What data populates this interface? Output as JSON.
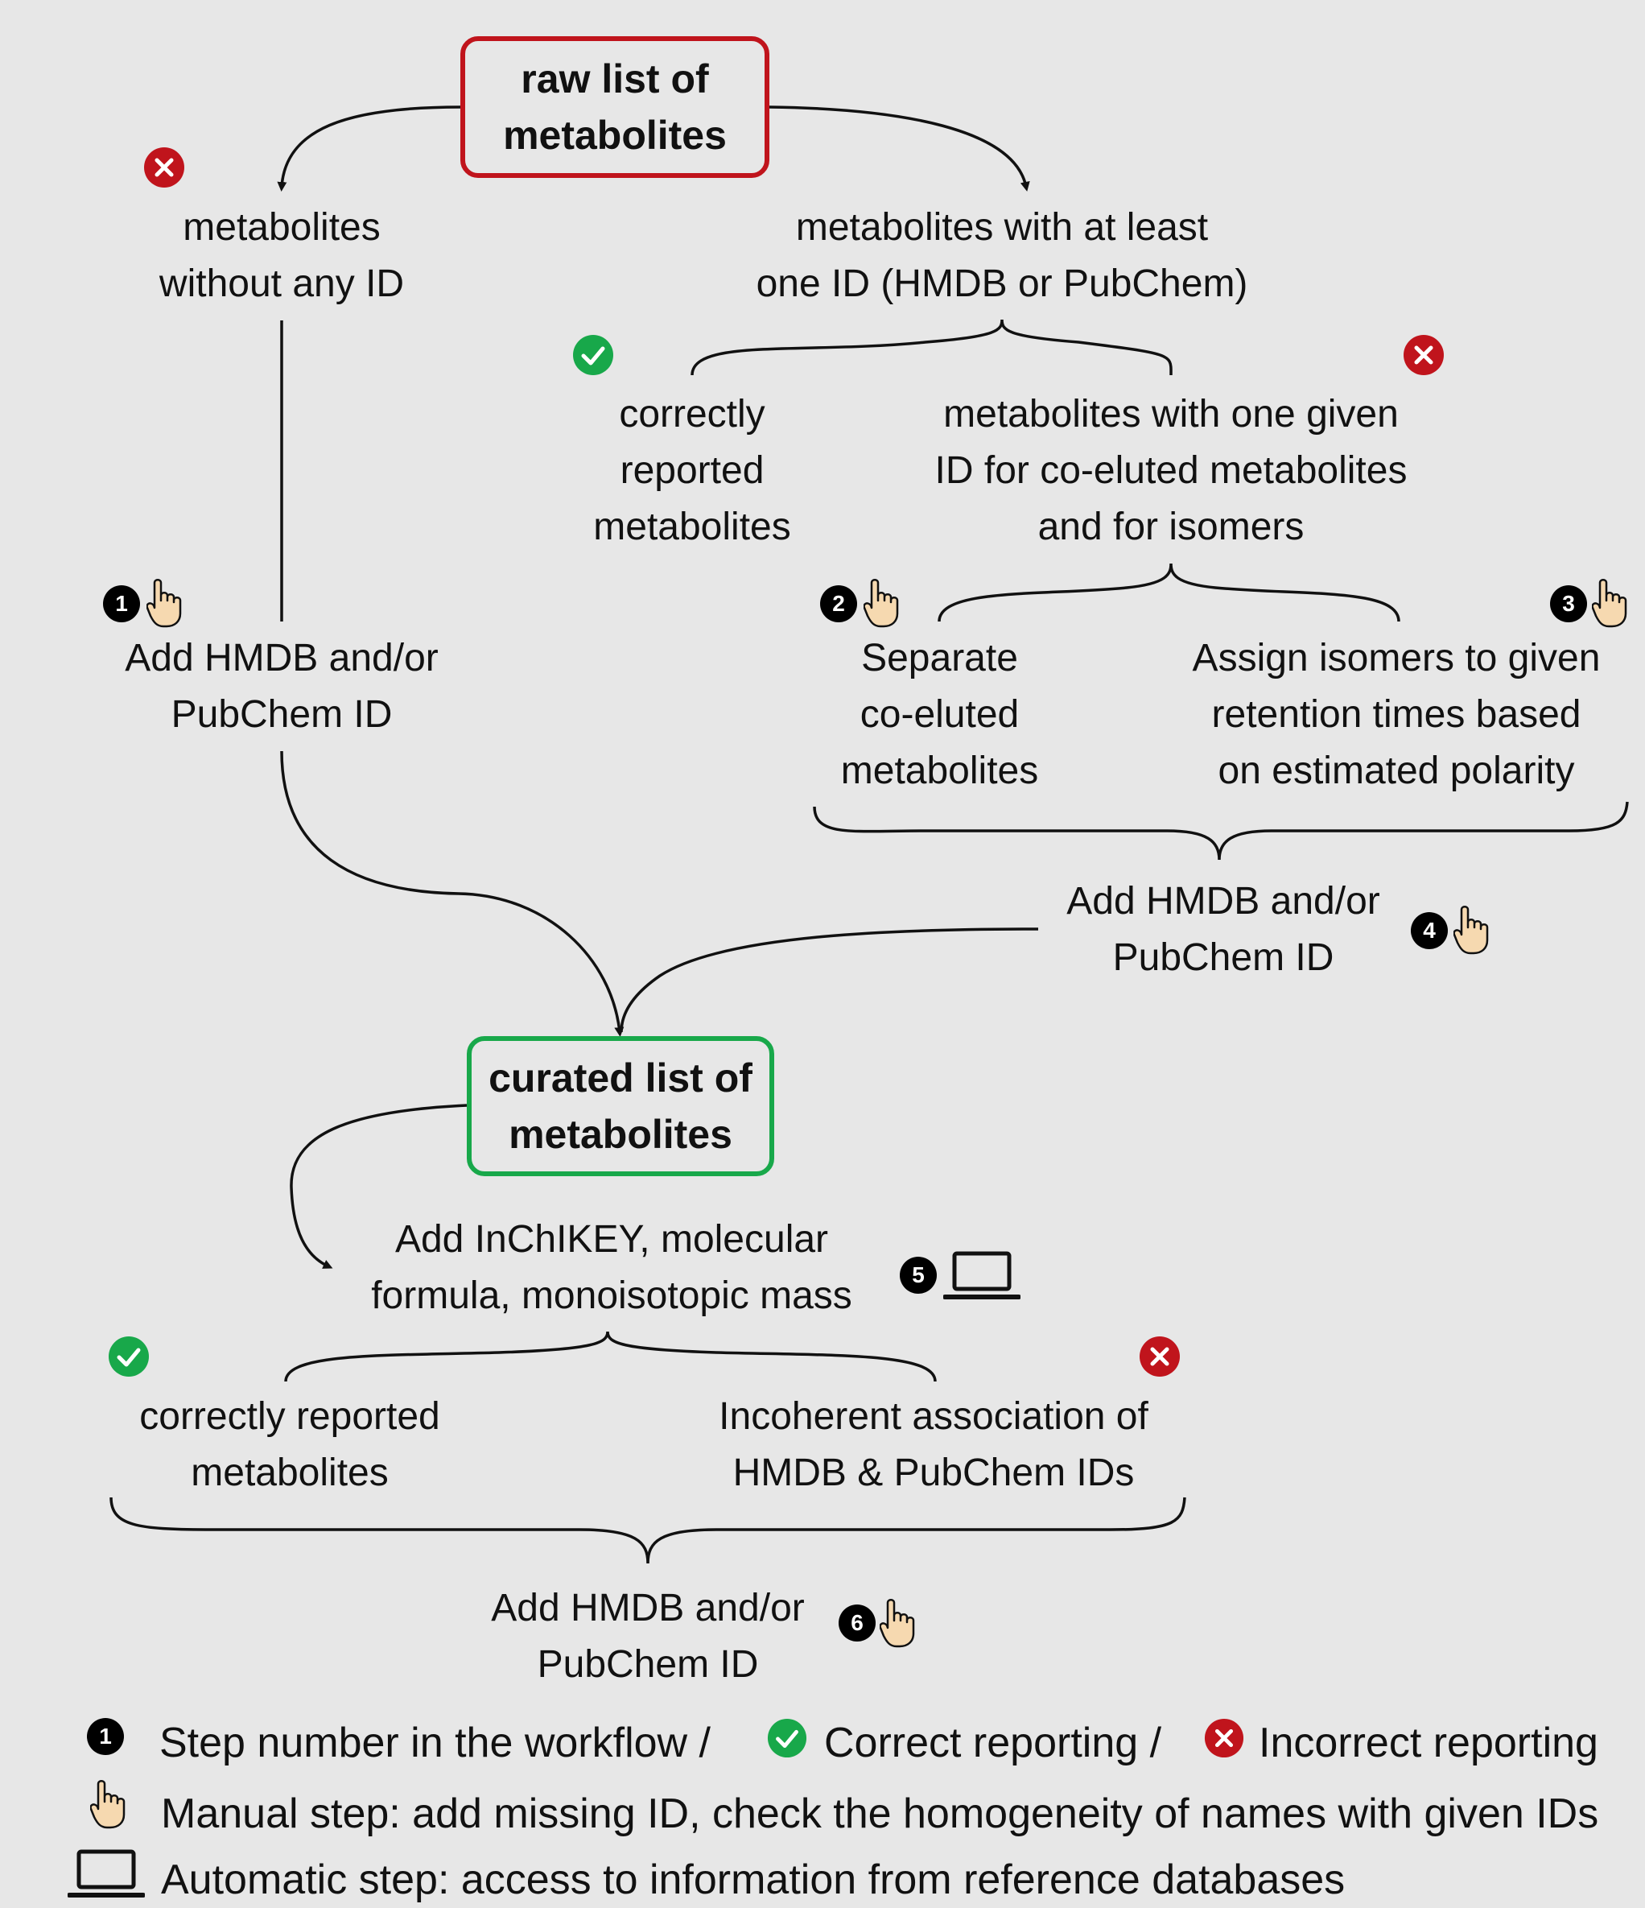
{
  "nodes": {
    "raw_list": "raw list of\nmetabolites",
    "without_id": "metabolites\nwithout any ID",
    "with_id": "metabolites with at least\none ID (HMDB or PubChem)",
    "correct_1": "correctly\nreported\nmetabolites",
    "one_given_id": "metabolites with one given\nID for co-eluted metabolites\nand for isomers",
    "add_id_1": "Add HMDB and/or\nPubChem ID",
    "separate": "Separate\nco-eluted\nmetabolites",
    "assign_isomers": "Assign isomers to given\nretention times based\non estimated polarity",
    "add_id_4": "Add HMDB and/or\nPubChem ID",
    "curated_list": "curated list of\nmetabolites",
    "add_inchikey": "Add InChIKEY, molecular\nformula, monoisotopic mass",
    "correct_2": "correctly reported\nmetabolites",
    "incoherent": "Incoherent association of\nHMDB & PubChem IDs",
    "add_id_6": "Add HMDB and/or\nPubChem ID"
  },
  "steps": [
    "1",
    "2",
    "3",
    "4",
    "5",
    "6"
  ],
  "legend": {
    "step_badge": "1",
    "line1_a": "Step number in the workflow /",
    "line1_b": "Correct reporting /",
    "line1_c": "Incorrect reporting",
    "line2": "Manual step: add missing ID, check the homogeneity of names with given IDs",
    "line3": "Automatic step: access to information from reference databases"
  },
  "colors": {
    "background": "#e7e7e7",
    "start_box": "#c0141c",
    "end_box": "#18a84a",
    "correct": "#18a84a",
    "incorrect": "#c0141c",
    "hand": "#f6d9b0"
  },
  "icons": [
    "check-icon",
    "cross-icon",
    "hand-pointer-icon",
    "laptop-icon"
  ]
}
